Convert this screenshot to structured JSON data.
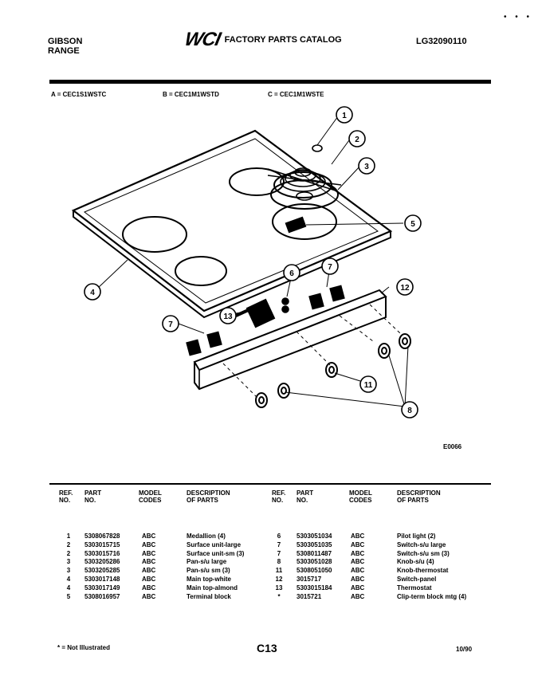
{
  "header": {
    "brand_line1": "GIBSON",
    "brand_line2": "RANGE",
    "logo_text": "WCI",
    "catalog_title": "FACTORY PARTS CATALOG",
    "doc_number": "LG32090110"
  },
  "models": {
    "a": "A = CEC1S1WSTC",
    "b": "B = CEC1M1WSTD",
    "c": "C = CEC1M1WSTE"
  },
  "figure": {
    "callouts": [
      "1",
      "2",
      "3",
      "4",
      "5",
      "6",
      "7",
      "7",
      "8",
      "11",
      "12",
      "13"
    ],
    "code": "E0066"
  },
  "table": {
    "headers": {
      "ref": "REF.\nNO.",
      "part": "PART\nNO.",
      "model": "MODEL\nCODES",
      "desc": "DESCRIPTION\nOF PARTS"
    },
    "left_rows": [
      {
        "ref": "1",
        "part": "5308067828",
        "model": "ABC",
        "desc": "Medallion (4)"
      },
      {
        "ref": "2",
        "part": "5303015715",
        "model": "ABC",
        "desc": "Surface unit-large"
      },
      {
        "ref": "2",
        "part": "5303015716",
        "model": "ABC",
        "desc": "Surface unit-sm (3)"
      },
      {
        "ref": "3",
        "part": "5303205286",
        "model": "ABC",
        "desc": "Pan-s/u large"
      },
      {
        "ref": "3",
        "part": "5303205285",
        "model": "ABC",
        "desc": "Pan-s/u sm (3)"
      },
      {
        "ref": "4",
        "part": "5303017148",
        "model": "ABC",
        "desc": "Main top-white"
      },
      {
        "ref": "4",
        "part": "5303017149",
        "model": "ABC",
        "desc": "Main top-almond"
      },
      {
        "ref": "5",
        "part": "5308016957",
        "model": "ABC",
        "desc": "Terminal block"
      }
    ],
    "right_rows": [
      {
        "ref": "6",
        "part": "5303051034",
        "model": "ABC",
        "desc": "Pilot light (2)"
      },
      {
        "ref": "7",
        "part": "5303051035",
        "model": "ABC",
        "desc": "Switch-s/u large"
      },
      {
        "ref": "7",
        "part": "5308011487",
        "model": "ABC",
        "desc": "Switch-s/u sm (3)"
      },
      {
        "ref": "8",
        "part": "5303051028",
        "model": "ABC",
        "desc": "Knob-s/u (4)"
      },
      {
        "ref": "11",
        "part": "5308051050",
        "model": "ABC",
        "desc": "Knob-thermostat"
      },
      {
        "ref": "12",
        "part": "3015717",
        "model": "ABC",
        "desc": "Switch-panel"
      },
      {
        "ref": "13",
        "part": "5303015184",
        "model": "ABC",
        "desc": "Thermostat"
      },
      {
        "ref": "*",
        "part": "3015721",
        "model": "ABC",
        "desc": "Clip-term block mtg (4)"
      }
    ]
  },
  "footer": {
    "note": "* = Not Illustrated",
    "page": "C13",
    "date": "10/90"
  }
}
